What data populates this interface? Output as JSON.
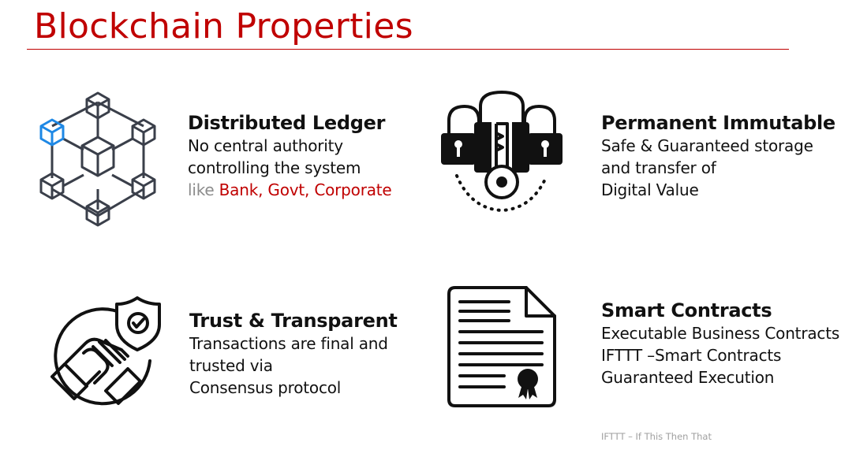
{
  "page": {
    "title": "Blockchain Properties"
  },
  "properties": [
    {
      "heading": "Distributed Ledger",
      "line1": "No central authority",
      "line2": "controlling the system",
      "line3_prefix": "like ",
      "line3_highlight": "Bank, Govt, Corporate",
      "icon": "network-cube-icon"
    },
    {
      "heading": "Permanent Immutable",
      "line1": "Safe & Guaranteed storage",
      "line2": "and transfer of",
      "line3": "Digital Value",
      "icon": "padlock-key-icon"
    },
    {
      "heading": "Trust & Transparent",
      "line1": "Transactions are final and",
      "line2": "trusted via",
      "line3": "Consensus protocol",
      "icon": "handshake-shield-icon"
    },
    {
      "heading": "Smart Contracts",
      "line1": "Executable Business Contracts",
      "line2": "IFTTT –Smart Contracts",
      "line3": "Guaranteed Execution",
      "icon": "contract-document-icon"
    }
  ],
  "footnote": "IFTTT – If This Then That",
  "colors": {
    "accent": "#c00000",
    "muted": "#8c8c8c",
    "highlight_cube": "#1e88e5"
  }
}
